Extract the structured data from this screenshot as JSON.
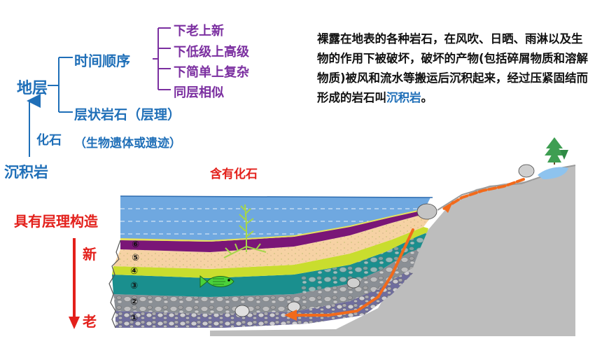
{
  "concept_map": {
    "root": "地层",
    "time_order": {
      "label": "时间顺序",
      "items": [
        "下老上新",
        "下低级上高级",
        "下简单上复杂",
        "同层相似"
      ]
    },
    "layered_rock": "层状岩石（层理）",
    "fossil": "化石",
    "fossil_note": "（生物遗体或遗迹）",
    "sedimentary_rock": "沉积岩"
  },
  "definition": {
    "text": "裸露在地表的各种岩石，在风吹、日晒、雨淋以及生物的作用下被破坏，破坏的产物(包括碎屑物质和溶解物质)被风和流水等搬运后沉积起来，经过压紧固结而形成的岩石叫",
    "highlight": "沉积岩",
    "end": "。"
  },
  "diagram": {
    "fossil_label": "含有化石",
    "bedding_label": "具有层理构造",
    "young_label": "新",
    "old_label": "老",
    "layer_numbers": [
      "⑥",
      "⑤",
      "④",
      "③",
      "②",
      "①"
    ],
    "colors": {
      "water": "#6fa8e0",
      "slope": "#bdbdbd",
      "layer6": "#7a1677",
      "layer5": "#f6d2a4",
      "layer4": "#c9dd2e",
      "layer3": "#1a8f8e",
      "layer2": "#8a8f95",
      "layer1": "#6f6d9e",
      "arrow": "#f26a1b"
    }
  }
}
